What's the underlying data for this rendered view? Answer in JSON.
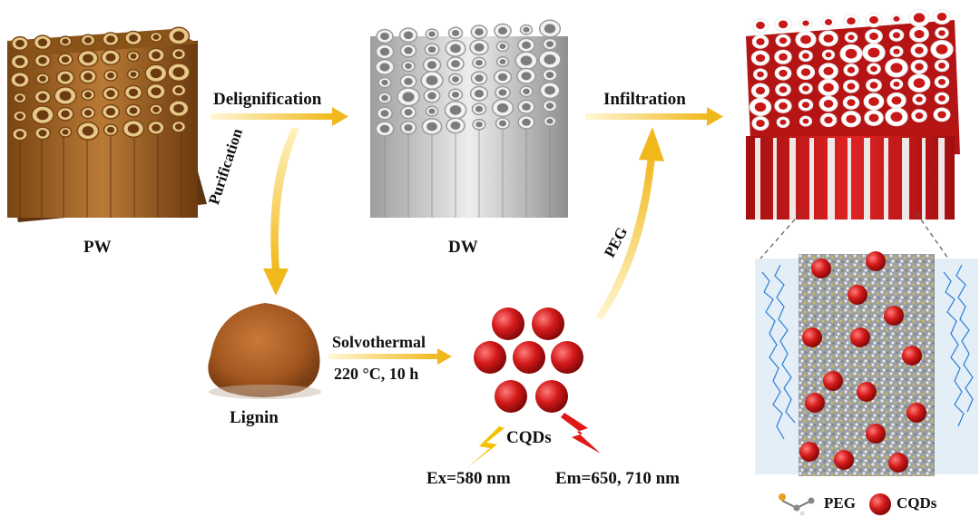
{
  "labels": {
    "pw": "PW",
    "dw": "DW",
    "lignin": "Lignin",
    "cqds": "CQDs",
    "delignification": "Delignification",
    "infiltration": "Infiltration",
    "purification": "Purification",
    "peg_arrow": "PEG",
    "solvothermal": "Solvothermal",
    "conditions": "220 °C, 10 h",
    "ex": "Ex=580 nm",
    "em": "Em=650, 710 nm"
  },
  "legend": {
    "peg": "PEG",
    "cqds": "CQDs"
  },
  "colors": {
    "wood_brown": "#a0672a",
    "wood_light": "#e6c98a",
    "dw_gray": "#c9c9c9",
    "cqd_red": "#d01f1f",
    "arrow_yellow": "#f2c230",
    "lightning_red": "#e01818",
    "lightning_yellow": "#f4c000"
  }
}
